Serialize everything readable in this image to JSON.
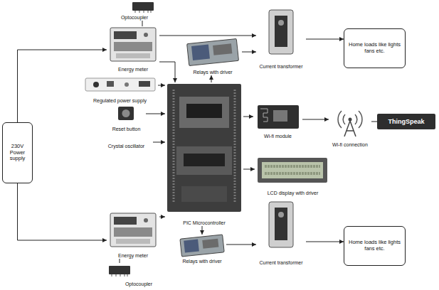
{
  "diagram": {
    "nodes": [
      {
        "text": [
          "Optocoupler"
        ]
      },
      {
        "text": [
          "Energy meter"
        ]
      },
      {
        "text": [
          "Relays with driver"
        ]
      },
      {
        "text": [
          "Current transformer"
        ]
      },
      {
        "text": [
          "Home loads like lights fans etc."
        ]
      },
      {
        "text": [
          "230V Power supply"
        ]
      },
      {
        "text": [
          "Regulated power supply"
        ]
      },
      {
        "text": [
          "Reset button"
        ]
      },
      {
        "text": [
          "Crystal oscillator"
        ]
      },
      {
        "text": [
          "PIC Microcontroller"
        ]
      },
      {
        "text": [
          "Wi-fi module"
        ]
      },
      {
        "text": [
          "Wi-fi connection"
        ]
      },
      {
        "text": [
          "ThingSpeak"
        ]
      },
      {
        "text": [
          "LCD display with driver"
        ]
      },
      {
        "text": [
          "Current transformer"
        ]
      },
      {
        "text": [
          "Energy meter"
        ]
      },
      {
        "text": [
          "Relays with driver"
        ]
      },
      {
        "text": [
          "Home loads like lights fans etc."
        ]
      },
      {
        "text": [
          "Optocoupler"
        ]
      }
    ],
    "edges": [
      {
        "from": 5,
        "to": 1,
        "arrow": "to"
      },
      {
        "from": 5,
        "to": 15,
        "arrow": "to"
      },
      {
        "from": 6,
        "to": 9,
        "arrow": "to"
      },
      {
        "from": 7,
        "to": 9,
        "arrow": "to"
      },
      {
        "from": 8,
        "to": 9,
        "arrow": "to"
      },
      {
        "from": 1,
        "to": 9,
        "arrow": "to"
      },
      {
        "from": 0,
        "to": 1,
        "arrow": "none"
      },
      {
        "from": 1,
        "to": 3,
        "arrow": "to"
      },
      {
        "from": 9,
        "to": 2,
        "arrow": "to"
      },
      {
        "from": 2,
        "to": 3,
        "arrow": "to"
      },
      {
        "from": 3,
        "to": 4,
        "arrow": "to"
      },
      {
        "from": 9,
        "to": 10,
        "arrow": "to"
      },
      {
        "from": 10,
        "to": 11,
        "arrow": "to"
      },
      {
        "from": 11,
        "to": 12,
        "arrow": "none"
      },
      {
        "from": 9,
        "to": 13,
        "arrow": "to"
      },
      {
        "from": 9,
        "to": 16,
        "arrow": "to"
      },
      {
        "from": 16,
        "to": 14,
        "arrow": "to"
      },
      {
        "from": 14,
        "to": 17,
        "arrow": "to"
      },
      {
        "from": 15,
        "to": 9,
        "arrow": "to"
      },
      {
        "from": 18,
        "to": 15,
        "arrow": "none"
      }
    ]
  }
}
